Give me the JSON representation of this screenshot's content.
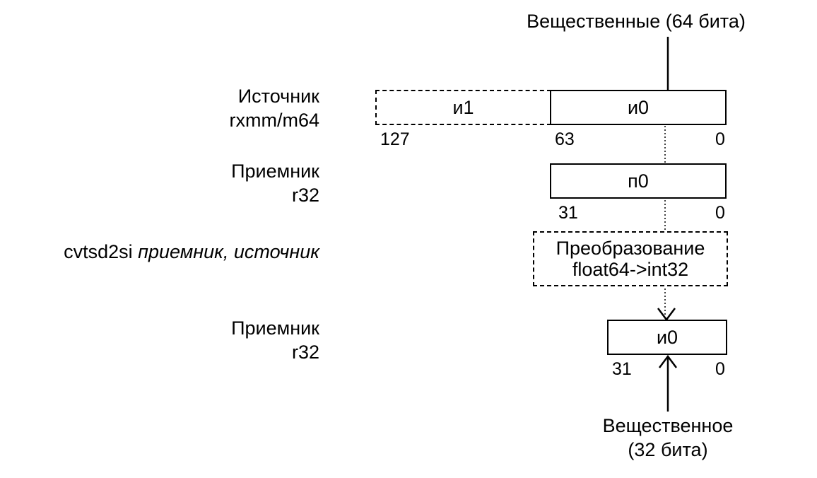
{
  "top_label": "Вещественные (64 бита)",
  "rows": {
    "source": {
      "title": "Источник",
      "subtitle": "rxmm/m64"
    },
    "dest1": {
      "title": "Приемник",
      "subtitle": "r32"
    },
    "instruction": {
      "mnemonic": "cvtsd2si",
      "operands": "приемник, источник"
    },
    "dest2": {
      "title": "Приемник",
      "subtitle": "r32"
    }
  },
  "source_register": {
    "high": {
      "label": "и1",
      "bit": "127"
    },
    "low": {
      "label": "и0",
      "bit_high": "63",
      "bit_low": "0"
    }
  },
  "dest_register": {
    "label": "п0",
    "bit_high": "31",
    "bit_low": "0"
  },
  "conversion": {
    "line1": "Преобразование",
    "line2": "float64->int32"
  },
  "result_register": {
    "label": "и0",
    "bit_high": "31",
    "bit_low": "0"
  },
  "bottom_label": {
    "line1": "Вещественное",
    "line2": "(32 бита)"
  }
}
